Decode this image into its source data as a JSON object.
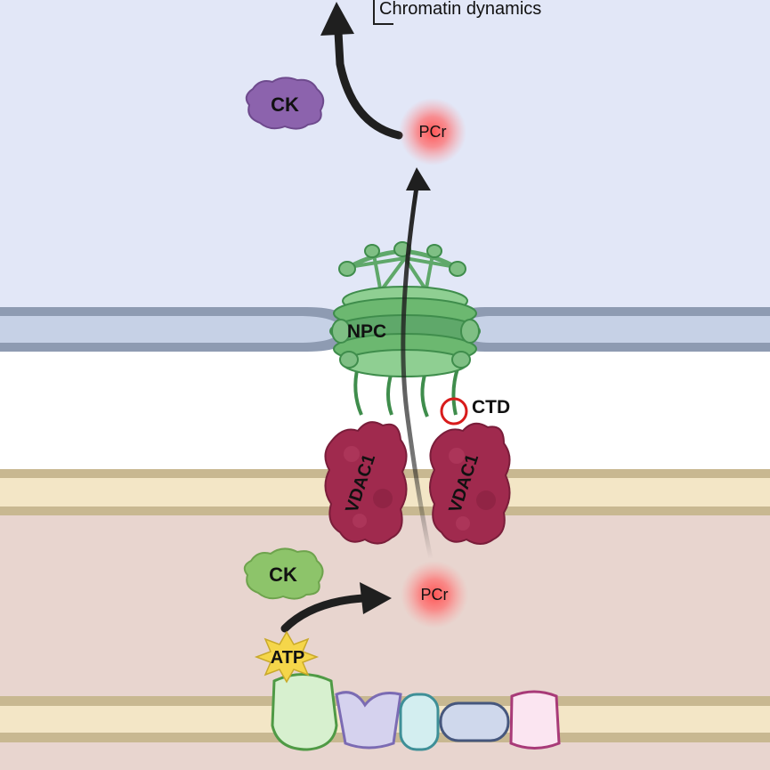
{
  "labels": {
    "chromatin": "Chromatin dynamics",
    "ck_nucleus": "CK",
    "pcr_nucleus": "PCr",
    "npc": "NPC",
    "ctd": "CTD",
    "vdac_left": "VDAC1",
    "vdac_right": "VDAC1",
    "ck_mito": "CK",
    "pcr_mito": "PCr",
    "atp": "ATP"
  },
  "colors": {
    "nucleus_bg": "#e2e7f7",
    "cytoplasm_bg": "#ffffff",
    "mito_bg": "#e8d5cf",
    "nuclear_envelope": "#8e9bb2",
    "nuclear_envelope_fill": "#c6d1e6",
    "outer_membrane": "#c8b891",
    "outer_membrane_fill": "#f3e6c6",
    "npc_green": "#5fa86a",
    "npc_light": "#8fcf92",
    "vdac": "#a02a4e",
    "ck_nucleus": "#8c63ad",
    "ck_mito": "#8dc46a",
    "pcr_glow": "#ff5a5a",
    "arrow": "#1f1f1f",
    "ctd_ring": "#d81b1b",
    "atp_star": "#f5d64a"
  }
}
